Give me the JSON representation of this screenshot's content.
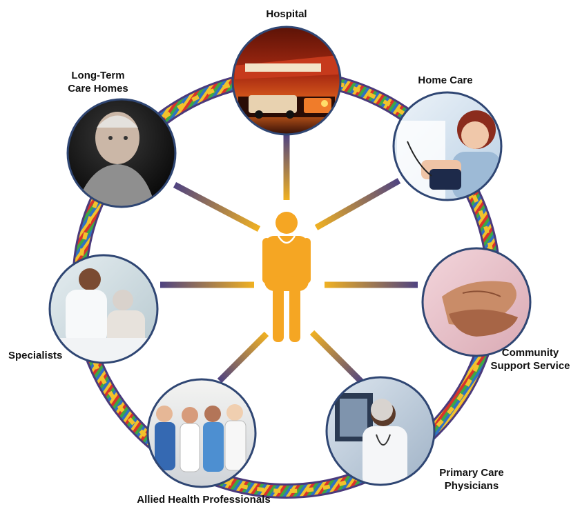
{
  "colors": {
    "ring_purple": "#4b3a7c",
    "ring_yellow": "#f2c22c",
    "ring_red": "#d8332b",
    "ring_green": "#3ea843",
    "ring_blue": "#2f72c2",
    "spoke_purple": "#4f4381",
    "spoke_gold": "#f0b122",
    "person": "#f5a623",
    "circle_border": "#2f4673"
  },
  "center": {
    "icon": "person-icon"
  },
  "nodes": [
    {
      "id": "hospital",
      "label_lines": [
        "Hospital"
      ],
      "image": "ambulance-photo"
    },
    {
      "id": "home-care",
      "label_lines": [
        "Home Care"
      ],
      "image": "nurse-blood-pressure-photo"
    },
    {
      "id": "community",
      "label_lines": [
        "Community",
        "Support Service"
      ],
      "image": "holding-hands-photo"
    },
    {
      "id": "primary-care",
      "label_lines": [
        "Primary Care",
        "Physicians"
      ],
      "image": "doctor-xray-photo"
    },
    {
      "id": "allied-health",
      "label_lines": [
        "Allied Health Professionals"
      ],
      "image": "health-team-photo"
    },
    {
      "id": "specialists",
      "label_lines": [
        "Specialists"
      ],
      "image": "doctor-patient-photo"
    },
    {
      "id": "long-term",
      "label_lines": [
        "Long-Term",
        "Care Homes"
      ],
      "image": "elderly-man-photo"
    }
  ]
}
